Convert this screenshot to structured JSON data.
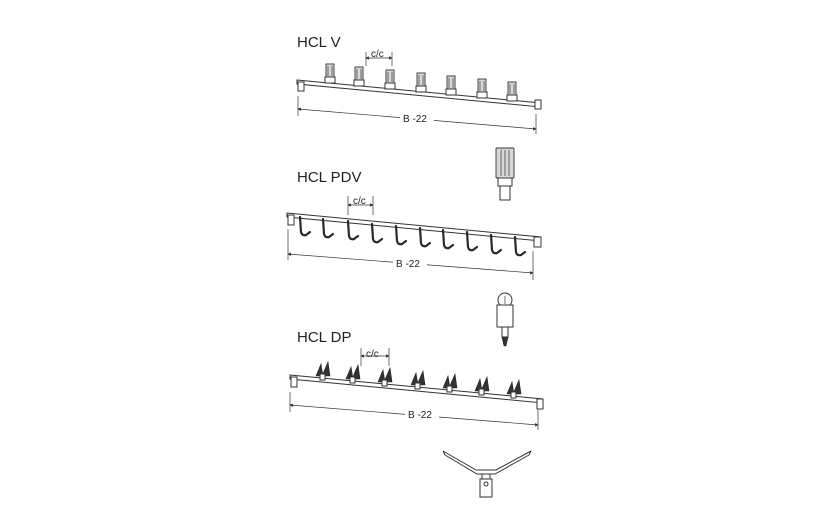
{
  "sections": [
    {
      "title": "HCL V",
      "cc_label": "c/c",
      "width_label": "B -22"
    },
    {
      "title": "HCL PDV",
      "cc_label": "c/c",
      "width_label": "B -22"
    },
    {
      "title": "HCL DP",
      "cc_label": "c/c",
      "width_label": "B -22"
    }
  ]
}
